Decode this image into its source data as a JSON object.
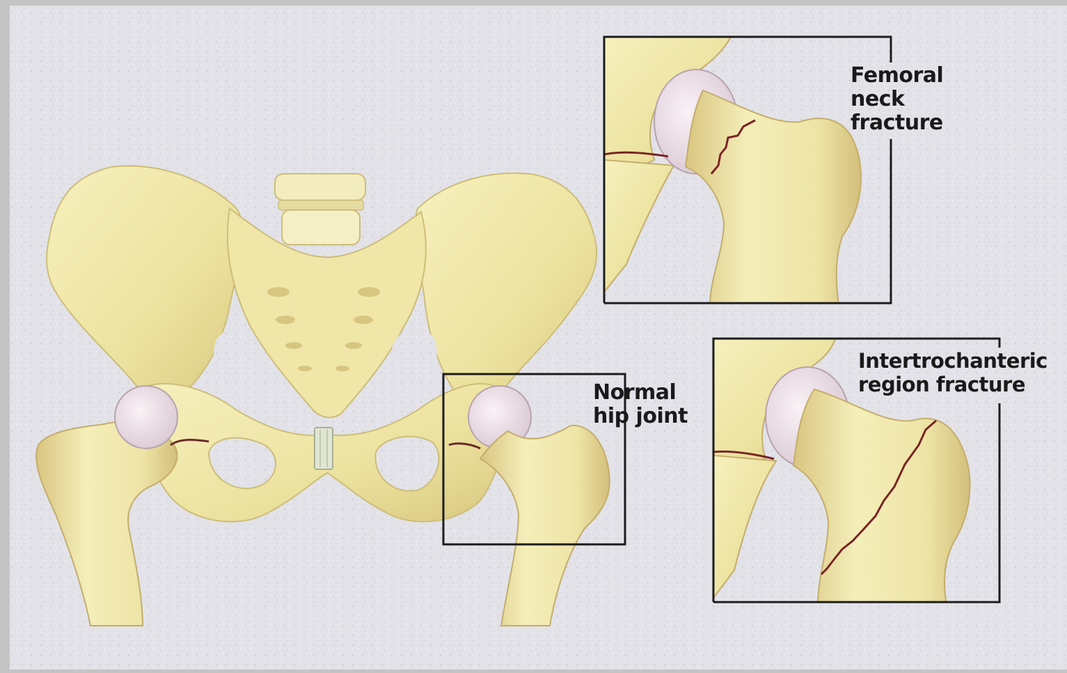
{
  "labels": {
    "normal_hip_joint": "Normal\nhip joint",
    "femoral_neck_fracture": "Femoral\nneck\nfracture",
    "intertrochanteric_fracture": "Intertrochanteric\nregion fracture"
  },
  "colors": {
    "background": "#e1e1e7",
    "bone": "#f0eaae",
    "bone_shade": "#d9cc84",
    "joint_cartilage": "#eadbe4",
    "fracture_line": "#7a2424",
    "frame": "#1c1c1c"
  }
}
